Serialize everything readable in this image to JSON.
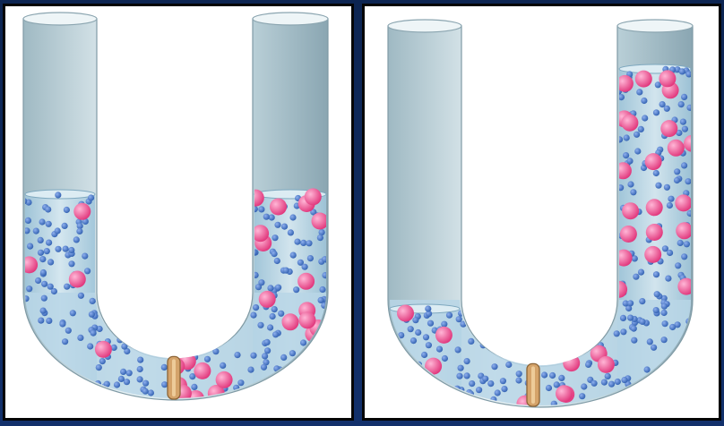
{
  "figure": {
    "panels": [
      {
        "id": "before",
        "state": "equal liquid levels in both arms, semipermeable membrane at bottom of U-tube"
      },
      {
        "id": "after",
        "state": "solvent moved to right arm; right level higher than left"
      }
    ],
    "colors": {
      "background": "#0f2a5c",
      "panel_border": "#050505",
      "glass": "#c9dde4",
      "liquid": "#b8d6e6",
      "solvent_particle": "#2f5fb0",
      "solute_particle": "#e0347a",
      "membrane": "#d4a36a"
    },
    "particle_types": [
      {
        "type": "solvent",
        "icon": "small-blue-sphere"
      },
      {
        "type": "solute",
        "icon": "large-pink-sphere"
      }
    ]
  }
}
